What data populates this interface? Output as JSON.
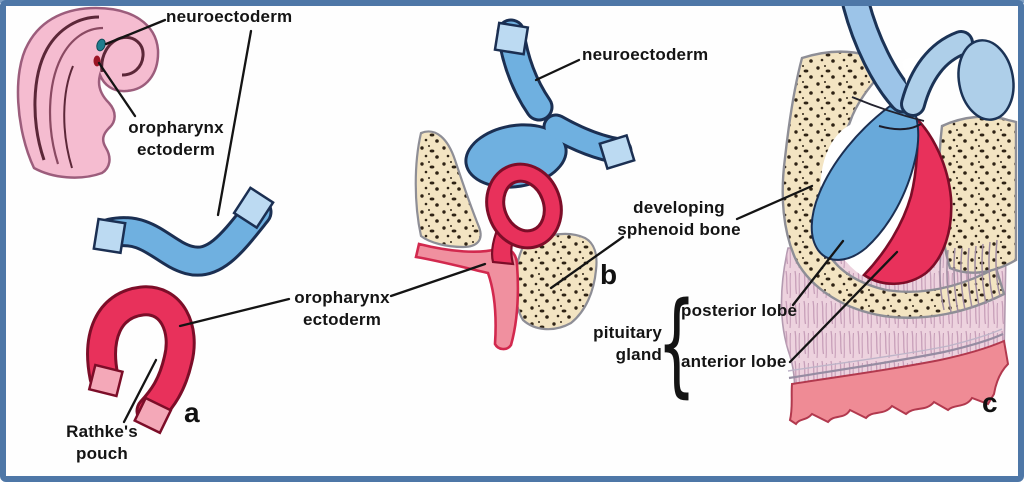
{
  "figure": {
    "description_visible_text_only": true,
    "panels": {
      "a": {
        "letter": "a",
        "neuroectoderm_label": "neuroectoderm",
        "oropharynx_label_line1": "oropharynx",
        "oropharynx_label_line2": "ectoderm",
        "rathkes_label_line1": "Rathke's",
        "rathkes_label_line2": "pouch"
      },
      "b": {
        "letter": "b",
        "neuroectoderm_label": "neuroectoderm",
        "oropharynx_label_line1": "oropharynx",
        "oropharynx_label_line2": "ectoderm",
        "sphenoid_label_line1": "developing",
        "sphenoid_label_line2": "sphenoid bone"
      },
      "c": {
        "letter": "c",
        "pituitary_label_line1": "pituitary",
        "pituitary_label_line2": "gland",
        "brace_glyph": "{",
        "posterior_label": "posterior lobe",
        "anterior_label": "anterior lobe"
      }
    },
    "palette": {
      "frame_border": "#4e77a7",
      "frame_border_top": "#7e9fc4",
      "background": "#fefefe",
      "neuroectoderm_blue": "#6fb0e0",
      "neuroectoderm_blue_light": "#bcdaf2",
      "neuroectoderm_blue_pale": "#aecfe9",
      "blue_outline": "#1b2f52",
      "ectoderm_red": "#e8315b",
      "ectoderm_red_light": "#f4a8b8",
      "red_outline": "#7c0d28",
      "oropharynx_stalk_pink": "#f0909f",
      "bone_tan": "#f3e4c2",
      "bone_outline_gray": "#8e8e96",
      "embryo_pink": "#f5bcd0",
      "embryo_outline": "#9c5d7c",
      "embryo_fold_dark": "#5c2738",
      "neuroectoderm_dot_teal": "#1f7d8e",
      "oropharynx_dot_red": "#9b1424",
      "tissue_pink": "#edd2de",
      "pharynx_roof_salmon": "#ef8b95",
      "leader_line": "#141414",
      "text": "#141414"
    }
  }
}
